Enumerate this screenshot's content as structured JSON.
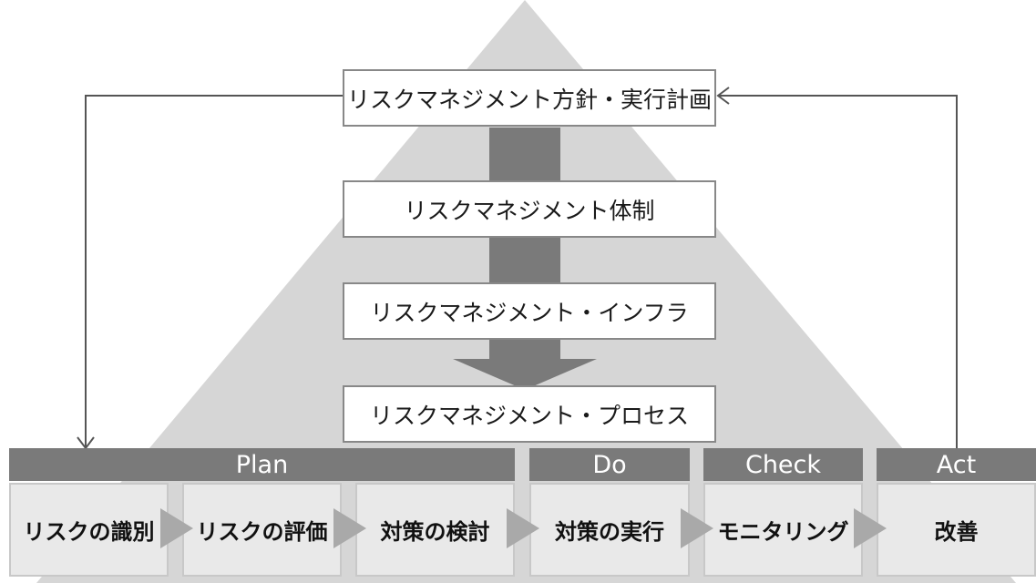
{
  "colors": {
    "pyramid": "#d6d6d6",
    "vertical_arrow": "#7a7a7a",
    "phase_header": "#7a7a7a",
    "step_box": "#e9e9e9",
    "step_arrow": "#a9a9a9",
    "feedback_line": "#555555"
  },
  "hierarchy": {
    "policy": "リスクマネジメント方針・実行計画",
    "structure": "リスクマネジメント体制",
    "infrastructure": "リスクマネジメント・インフラ",
    "process": "リスクマネジメント・プロセス"
  },
  "phases": {
    "plan": "Plan",
    "do": "Do",
    "check": "Check",
    "act": "Act"
  },
  "steps": {
    "identify": "リスクの識別",
    "evaluate": "リスクの評価",
    "consider": "対策の検討",
    "execute": "対策の実行",
    "monitor": "モニタリング",
    "improve": "改善"
  }
}
